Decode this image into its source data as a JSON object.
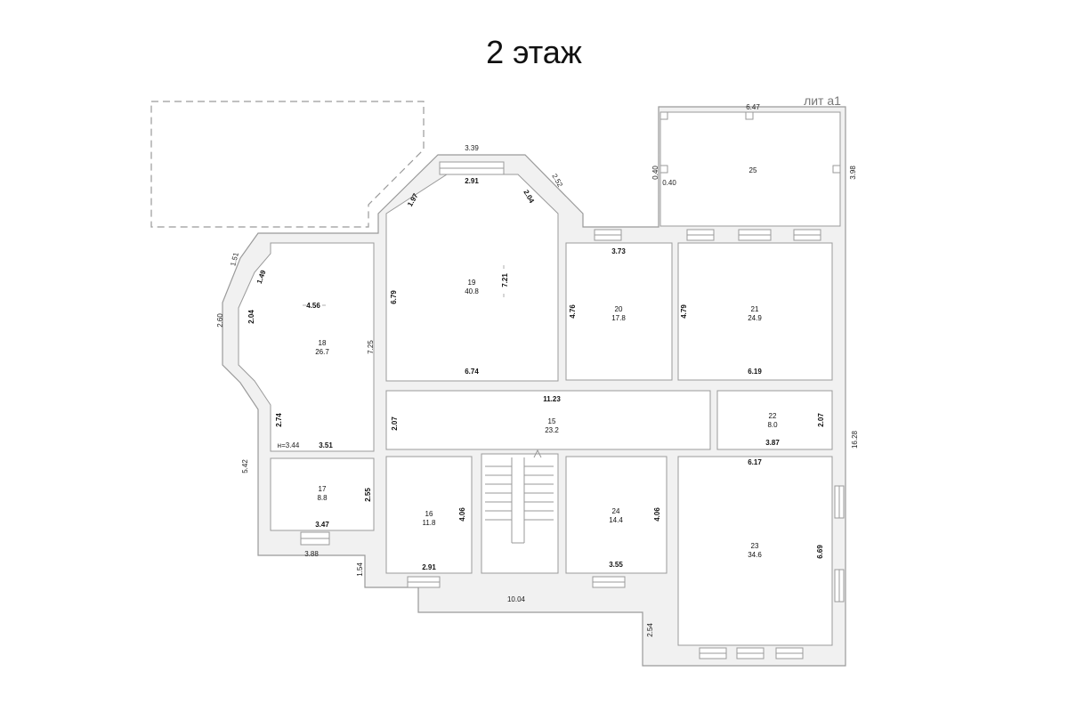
{
  "title": "2 этаж",
  "lit_label": "лит а1",
  "colors": {
    "wall": "#f1f1f1",
    "line": "#9a9a9a",
    "room": "#ffffff",
    "text": "#222222"
  },
  "rooms": [
    {
      "num": "15",
      "area": "23.2"
    },
    {
      "num": "16",
      "area": "11.8"
    },
    {
      "num": "17",
      "area": "8.8"
    },
    {
      "num": "18",
      "area": "26.7"
    },
    {
      "num": "19",
      "area": "40.8"
    },
    {
      "num": "20",
      "area": "17.8"
    },
    {
      "num": "21",
      "area": "24.9"
    },
    {
      "num": "22",
      "area": "8.0"
    },
    {
      "num": "23",
      "area": "34.6"
    },
    {
      "num": "24",
      "area": "14.4"
    },
    {
      "num": "25",
      "area": ""
    }
  ],
  "dims": {
    "d339": "3.39",
    "d291a": "2.91",
    "d197": "1.97",
    "d252": "2.52",
    "d204": "2.04",
    "d040a": "0.40",
    "d040b": "0.40",
    "d647": "6.47",
    "d398": "3.98",
    "d151": "1.51",
    "d149": "1.49",
    "d456": "4.56",
    "d260": "2.60",
    "d204b": "2.04",
    "d725": "7.25",
    "d679": "6.79",
    "d721": "7.21",
    "d674": "6.74",
    "d373": "3.73",
    "d476": "4.76",
    "d479": "4.79",
    "d619": "6.19",
    "d1123": "11.23",
    "d274": "2.74",
    "h344": "н=3.44",
    "d351": "3.51",
    "d207a": "2.07",
    "d207b": "2.07",
    "d387": "3.87",
    "d1628": "16.28",
    "d542": "5.42",
    "d255": "2.55",
    "d347": "3.47",
    "d388": "3.88",
    "d406a": "4.06",
    "d291b": "2.91",
    "d406b": "4.06",
    "d355": "3.55",
    "d617": "6.17",
    "d669": "6.69",
    "d154": "1.54",
    "d1004": "10.04",
    "d254": "2.54"
  }
}
